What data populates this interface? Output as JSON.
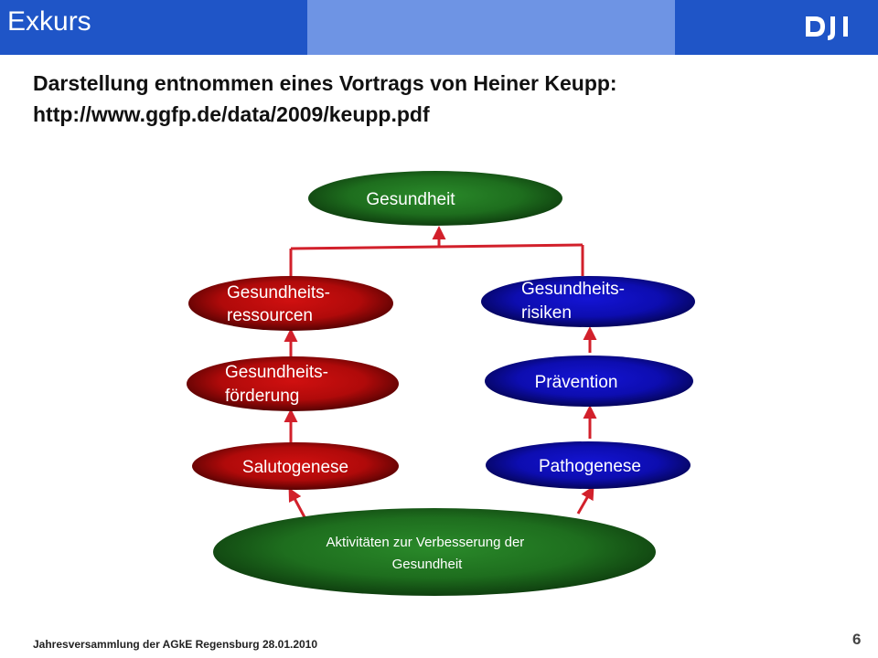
{
  "header": {
    "title": "Exkurs"
  },
  "intro": {
    "line1": "Darstellung entnommen eines Vortrags von Heiner Keupp:",
    "line2": "http://www.ggfp.de/data/2009/keupp.pdf"
  },
  "diagram": {
    "nodes": {
      "gesundheit": [
        "Gesundheit"
      ],
      "ressourcen": [
        "Gesundheits-",
        "ressourcen"
      ],
      "risiken": [
        "Gesundheits-",
        "risiken"
      ],
      "foerderung": [
        "Gesundheits-",
        "förderung"
      ],
      "praevention": [
        "Prävention"
      ],
      "salutogenese": [
        "Salutogenese"
      ],
      "pathogenese": [
        "Pathogenese"
      ],
      "aktivitaeten": [
        "Aktivitäten zur Verbesserung der",
        "Gesundheit"
      ]
    }
  },
  "colors": {
    "red": "#b50c0c",
    "blue": "#1010b8",
    "green": "#1f7a1f",
    "arrow": "#d2202b",
    "brand": "#1f55c7"
  },
  "footer": {
    "text": "Jahresversammlung  der AGkE Regensburg 28.01.2010",
    "page": "6"
  }
}
